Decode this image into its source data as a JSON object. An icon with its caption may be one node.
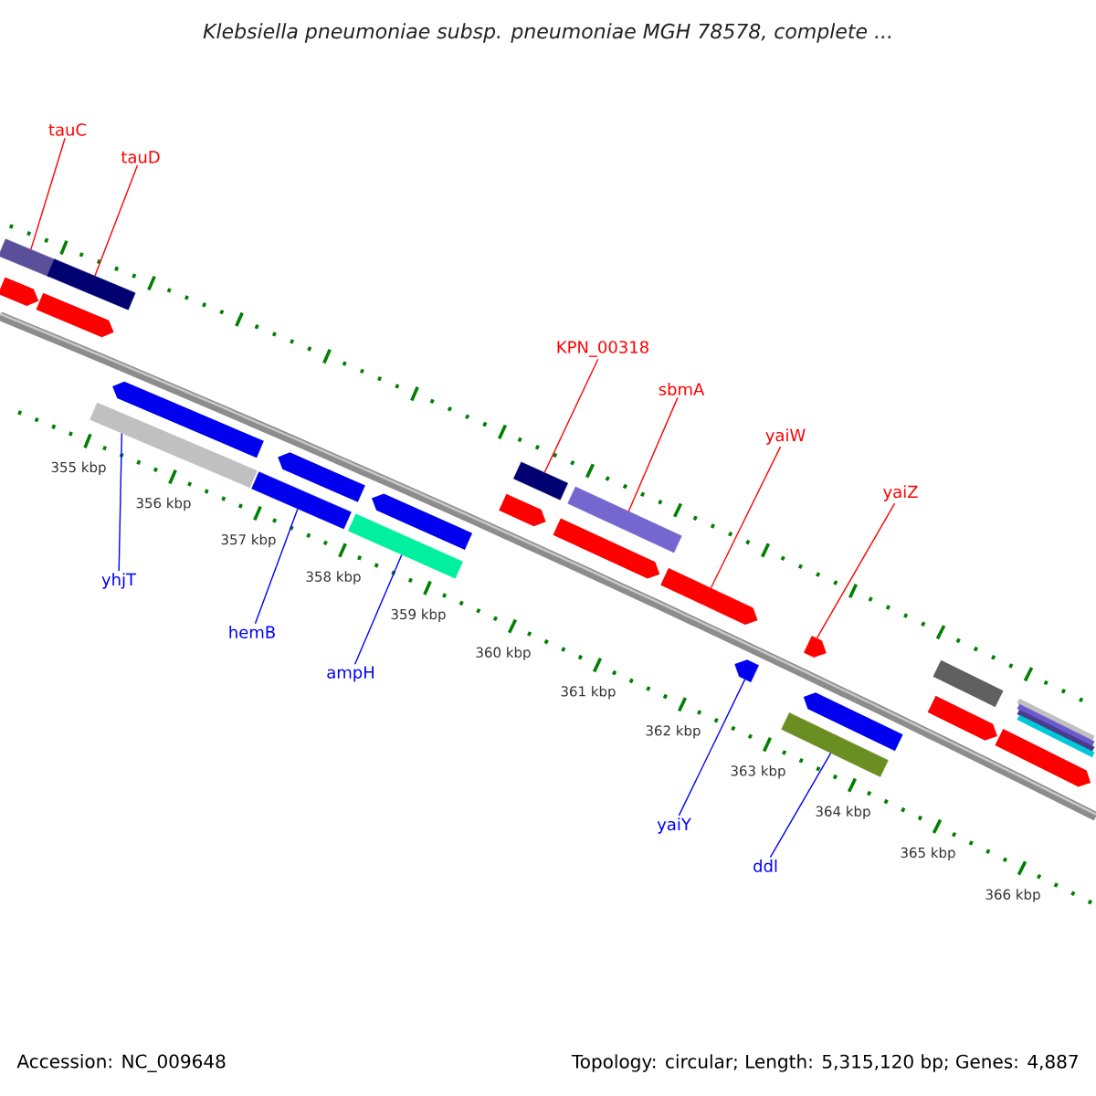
{
  "diagram": {
    "title": "Klebsiella pneumoniae subsp. pneumoniae MGH 78578, complete ...",
    "nodes": [
      {
        "text": [
          "tauC"
        ]
      },
      {
        "text": [
          "tauD"
        ]
      },
      {
        "text": [
          "KPN_00318"
        ]
      },
      {
        "text": [
          "sbmA"
        ]
      },
      {
        "text": [
          "yaiW"
        ]
      },
      {
        "text": [
          "yaiZ"
        ]
      },
      {
        "text": [
          "yhjT"
        ]
      },
      {
        "text": [
          "hemB"
        ]
      },
      {
        "text": [
          "ampH"
        ]
      },
      {
        "text": [
          "yaiY"
        ]
      },
      {
        "text": [
          "ddl"
        ]
      },
      {
        "text": [],
        "shape": "bar"
      },
      {
        "text": [],
        "shape": "bar"
      },
      {
        "text": [],
        "shape": "bar"
      },
      {
        "text": [],
        "shape": "bar"
      },
      {
        "text": [],
        "shape": "bar"
      },
      {
        "text": [],
        "shape": "bar"
      },
      {
        "text": [],
        "shape": "bar"
      },
      {
        "text": [],
        "shape": "bar"
      },
      {
        "text": [],
        "shape": "bar"
      },
      {
        "text": [],
        "shape": "bar"
      },
      {
        "text": [],
        "shape": "bar"
      }
    ],
    "edges": [
      {
        "from": 0,
        "to": 11,
        "arrow": "none",
        "color": "#ff0000"
      },
      {
        "from": 1,
        "to": 12,
        "arrow": "none",
        "color": "#ff0000"
      },
      {
        "from": 2,
        "to": 13,
        "arrow": "none",
        "color": "#ff0000"
      },
      {
        "from": 3,
        "to": 14,
        "arrow": "none",
        "color": "#ff0000"
      },
      {
        "from": 4,
        "to": 15,
        "arrow": "none",
        "color": "#ff0000"
      },
      {
        "from": 5,
        "to": 16,
        "arrow": "none",
        "color": "#ff0000"
      },
      {
        "from": 6,
        "to": 17,
        "arrow": "none",
        "color": "#0000ff"
      },
      {
        "from": 7,
        "to": 18,
        "arrow": "none",
        "color": "#0000ff"
      },
      {
        "from": 8,
        "to": 19,
        "arrow": "none",
        "color": "#0000ff"
      },
      {
        "from": 9,
        "to": 20,
        "arrow": "none",
        "color": "#0000ff"
      },
      {
        "from": 10,
        "to": 21,
        "arrow": "none",
        "color": "#0000ff"
      }
    ],
    "labels": [
      "355 kbp",
      "356 kbp",
      "357 kbp",
      "358 kbp",
      "359 kbp",
      "360 kbp",
      "361 kbp",
      "362 kbp",
      "363 kbp",
      "364 kbp",
      "365 kbp",
      "366 kbp",
      "Accession: NC_009648",
      "Topology: circular; Length: 5,315,120 bp; Genes: 4,887"
    ]
  }
}
